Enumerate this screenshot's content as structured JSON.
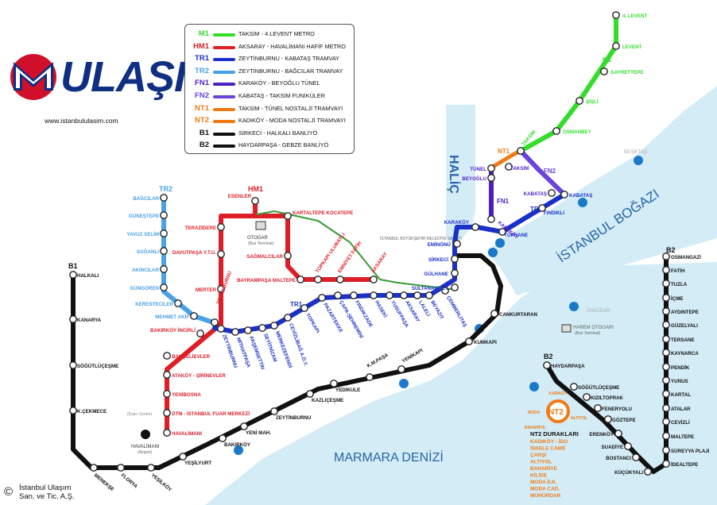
{
  "brand": {
    "logo_text": "ULAŞIM",
    "website": "www.istanbululasim.com",
    "copyright_symbol": "©",
    "copyright_line1": "İstanbul Ulaşım",
    "copyright_line2": "San. ve Tic. A.Ş.",
    "logo_colors": {
      "blue": "#0f2f82",
      "red": "#d0102a"
    }
  },
  "legend": {
    "items": [
      {
        "code": "M1",
        "name": "TAKSİM - 4.LEVENT METRO",
        "color": "#33dd2a"
      },
      {
        "code": "HM1",
        "name": "AKSARAY - HAVALİMANI HAFİF METRO",
        "color": "#dd1e27"
      },
      {
        "code": "TR1",
        "name": "ZEYTİNBURNU - KABATAŞ TRAMVAY",
        "color": "#1a31c8"
      },
      {
        "code": "TR2",
        "name": "ZEYTİNBURNU - BAĞCILAR TRAMVAY",
        "color": "#4aa1e6"
      },
      {
        "code": "FN1",
        "name": "KARAKÖY - BEYOĞLU TÜNEL",
        "color": "#4a1fc4"
      },
      {
        "code": "FN2",
        "name": "KABATAŞ - TAKSİM FUNİKÜLER",
        "color": "#6a43dc"
      },
      {
        "code": "NT1",
        "name": "TAKSİM - TÜNEL NOSTALJİ TRAMVAYI",
        "color": "#ef7b17"
      },
      {
        "code": "NT2",
        "name": "KADIKÖY - MODA NOSTALJİ TRAMVAYI",
        "color": "#ef7b17"
      },
      {
        "code": "B1",
        "name": "SİRKECİ - HALKALI BANLİYÖ",
        "color": "#111111"
      },
      {
        "code": "B2",
        "name": "HAYDARPAŞA - GEBZE BANLİYÖ",
        "color": "#111111"
      }
    ]
  },
  "water": {
    "halic": "HALİÇ",
    "bogaz": "İSTANBUL BOĞAZI",
    "marmara": "MARMARA DENİZİ",
    "color": "#d3ecf6"
  },
  "places": {
    "besiktas": "BEŞİKTAŞ",
    "uskudar": "ÜSKÜDAR",
    "sirkeci_pier": "SİRKECİ",
    "belediye": "İSTANBUL BÜYÜKŞEHİR BELEDİYE SARAYI",
    "otogar_sub": "(Bus Terminal)",
    "harem_otogari": "HAREM OTOGARI",
    "harem_sub": "(Bus Terminal)",
    "havalimani": "HAVALİMANI",
    "havalimani_sub": "(Airport)",
    "expo": "(Expo Centre)",
    "nt2_durak_title": "NT2 DURAKLARI",
    "nt2_durak_list": [
      "KADIKÖY - İDO",
      "İSKELE CAMİİ",
      "ÇARŞI",
      "ALTIYOL",
      "BAHARİYE",
      "KİLİSE",
      "MODA İLK.",
      "MODA CAD.",
      "MÜHÜRDAR"
    ],
    "nt2_circle": "NT2",
    "nt2_ring": [
      "KADIKÖY",
      "MODA",
      "ALTIYOL",
      "BAHARİYE"
    ]
  },
  "line_labels": {
    "M1": "M1",
    "HM1": "HM1",
    "TR1": "TR1",
    "TR2": "TR2",
    "FN1": "FN1",
    "FN2": "FN2",
    "NT1": "NT1",
    "B1": "B1",
    "B2": "B2"
  },
  "stations": {
    "m1": [
      "4. LEVENT",
      "LEVENT",
      "GAYRETTEPE",
      "ŞİŞLİ",
      "OSMANBEY",
      "TAKSİM"
    ],
    "hm1": [
      "ESENLER",
      "OTOGAR",
      "TERAZİDERE",
      "DAVUTPAŞA Y.T.Ü.",
      "MERTER",
      "ZEYTİNBURNU",
      "BAKIRKÖY İNCİRLİ",
      "BAHÇELİEVLER",
      "ATAKÖY - ŞİRİNEVLER",
      "YENİBOSNA",
      "DTM - İSTANBUL FUAR MERKEZİ",
      "HAVALİMANI",
      "KARTALTEPE KOCATEPE",
      "SAĞMALCILAR",
      "BAYRAMPAŞA MALTEPE",
      "TOPKAPI ULUBATLI",
      "EMNİYET FATİH",
      "AKSARAY"
    ],
    "tr2": [
      "BAĞCILAR",
      "GÜNEŞTEPE",
      "YAVUZ SELİM",
      "SOĞANLI",
      "AKINCILAR",
      "GÜNGÖREN",
      "KERESTECİLER",
      "MEHMET AKİF"
    ],
    "tr1": [
      "ZEYTİNBURNU",
      "MİTHATPAŞA",
      "AKŞEMSETTİN",
      "SEYİTNİZAM",
      "MERKEZEFENDİ",
      "CEVİZLİBAĞ A.Ö.Y.",
      "TOPKAPI",
      "PAZARTEKKE",
      "ÇAPA-ŞEHREMİNİ",
      "FINDIKZADE",
      "HASEKİ",
      "YUSUFPAŞA",
      "AKSARAY",
      "LALELİ",
      "BEYAZIT",
      "ÇEMBERLİTAŞ",
      "SULTANAHMET",
      "GÜLHANE",
      "SİRKECİ",
      "EMİNÖNÜ",
      "KARAKÖY",
      "TOPHANE",
      "FINDIKLI",
      "KABATAŞ"
    ],
    "fn": [
      "TÜNEL",
      "BEYOĞLU",
      "KARAKÖY",
      "TAKSİM",
      "KABATAŞ"
    ],
    "b1": [
      "HALKALI",
      "KANARYA",
      "SÖĞÜTLÜÇEŞME",
      "K.ÇEKMECE",
      "MENEKŞE",
      "FLORYA",
      "YEŞİLKÖY",
      "YEŞİLYURT",
      "BAKIRKÖY",
      "YENİ MAH.",
      "ZEYTİNBURNU",
      "KAZLIÇEŞME",
      "YEDİKULE",
      "K.M.PAŞA",
      "YENİKAPI",
      "KUMKAPI",
      "CANKURTARAN",
      "SİRKECİ"
    ],
    "b2": [
      "HAYDARPAŞA",
      "SÖĞÜTLÜÇEŞME",
      "KIZILTOPRAK",
      "FENERYOLU",
      "GÖZTEPE",
      "ERENKÖY",
      "SUADİYE",
      "BOSTANCI",
      "KÜÇÜKYALI",
      "İDEALTEPE",
      "SÜREYYA PLAJI",
      "MALTEPE",
      "CEVİZLİ",
      "ATALAR",
      "KARTAL",
      "YUNUS",
      "PENDİK",
      "KAYNARCA",
      "TERSANE",
      "GÜZELYALI",
      "AYDINTEPE",
      "İÇME",
      "TUZLA",
      "FATİH",
      "OSMANGAZİ"
    ]
  }
}
